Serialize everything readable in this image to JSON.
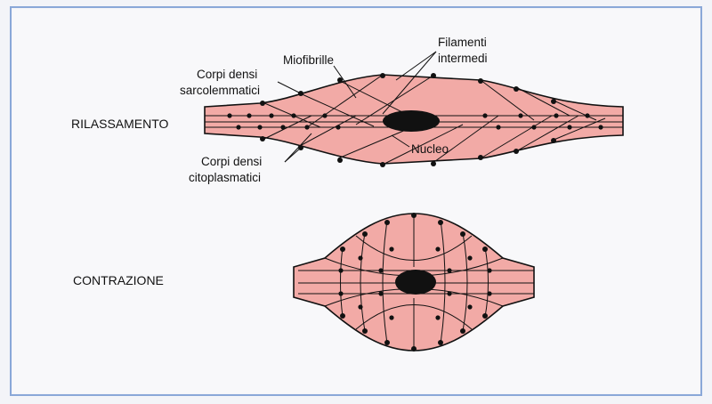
{
  "labels": {
    "state_relaxed": "RILASSAMENTO",
    "state_contracted": "CONTRAZIONE",
    "myofibrils": "Miofibrille",
    "intermediate_filaments_1": "Filamenti",
    "intermediate_filaments_2": "intermedi",
    "sarcolemmal_dense_bodies_1": "Corpi densi",
    "sarcolemmal_dense_bodies_2": "sarcolemmatici",
    "nucleus": "Nucleo",
    "cytoplasmic_dense_bodies_1": "Corpi densi",
    "cytoplasmic_dense_bodies_2": "citoplasmatici"
  },
  "colors": {
    "cell_fill": "#f2aaa6",
    "frame_border": "#8aa8d8",
    "panel_bg": "#f8f8fa",
    "ink": "#111111"
  }
}
